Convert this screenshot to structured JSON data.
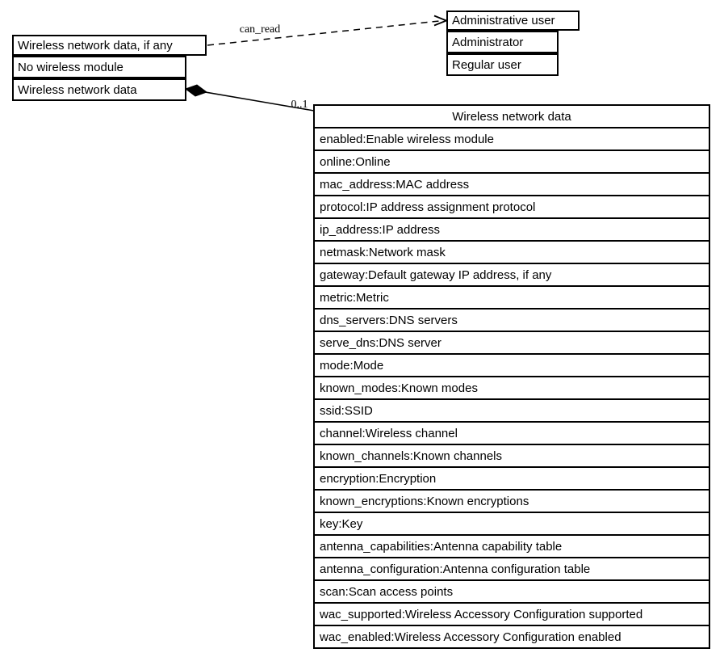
{
  "canvas": {
    "background": "#ffffff",
    "line_color": "#000000"
  },
  "optional_node": {
    "rows": [
      "Wireless network data, if any",
      "No wireless module",
      "Wireless network data"
    ]
  },
  "users_node": {
    "rows": [
      "Administrative user",
      "Administrator",
      "Regular user"
    ]
  },
  "edges": {
    "can_read_label": "can_read",
    "multiplicity_label": "0..1"
  },
  "wireless_table": {
    "title": "Wireless network data",
    "rows": [
      "enabled:Enable wireless module",
      "online:Online",
      "mac_address:MAC address",
      "protocol:IP address assignment protocol",
      "ip_address:IP address",
      "netmask:Network mask",
      "gateway:Default gateway IP address, if any",
      "metric:Metric",
      "dns_servers:DNS servers",
      "serve_dns:DNS server",
      "mode:Mode",
      "known_modes:Known modes",
      "ssid:SSID",
      "channel:Wireless channel",
      "known_channels:Known channels",
      "encryption:Encryption",
      "known_encryptions:Known encryptions",
      "key:Key",
      "antenna_capabilities:Antenna capability table",
      "antenna_configuration:Antenna configuration table",
      "scan:Scan access points",
      "wac_supported:Wireless Accessory Configuration supported",
      "wac_enabled:Wireless Accessory Configuration enabled"
    ]
  }
}
